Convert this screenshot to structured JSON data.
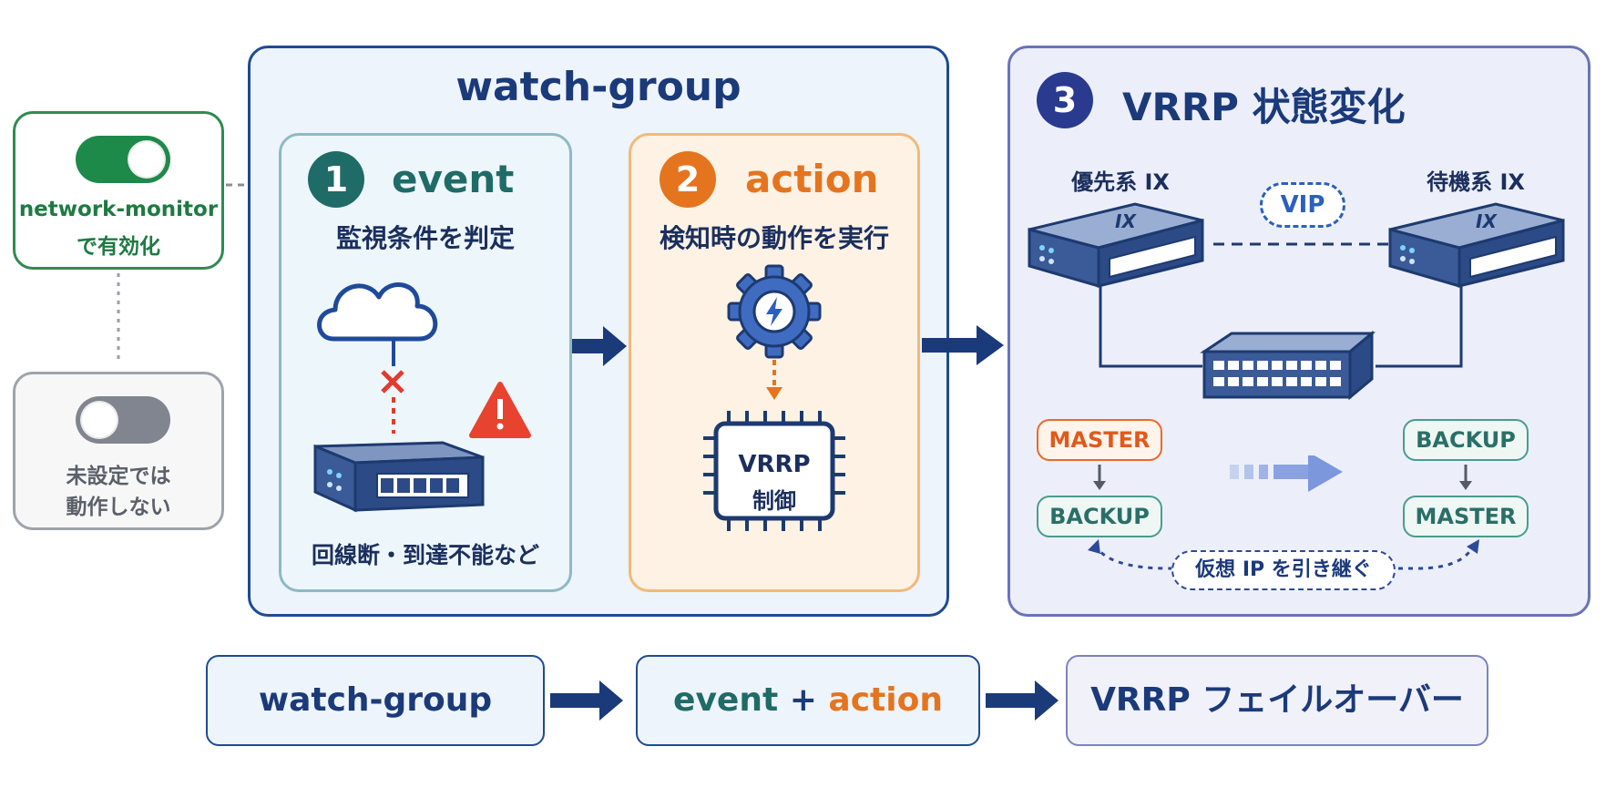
{
  "left": {
    "enabled_card": {
      "line1": "network-monitor",
      "line2": "で有効化",
      "toggle_state": "on",
      "accent": "#1e8a4a"
    },
    "disabled_card": {
      "line1": "未設定では",
      "line2": "動作しない",
      "toggle_state": "off"
    }
  },
  "watch_group": {
    "title": "watch-group",
    "event": {
      "number": "1",
      "title": "event",
      "subtitle": "監視条件を判定",
      "caption": "回線断・到達不能など"
    },
    "action": {
      "number": "2",
      "title": "action",
      "subtitle": "検知時の動作を実行",
      "chip_line1": "VRRP",
      "chip_line2": "制御"
    }
  },
  "vrrp": {
    "number": "3",
    "title": "VRRP 状態変化",
    "primary_label": "優先系 IX",
    "standby_label": "待機系 IX",
    "vip_label": "VIP",
    "device_logo": "IX",
    "left_before": "MASTER",
    "left_after": "BACKUP",
    "right_before": "BACKUP",
    "right_after": "MASTER",
    "handover_label": "仮想 IP を引き継ぐ"
  },
  "flow": {
    "step1": "watch-group",
    "step2_event": "event",
    "step2_plus": " + ",
    "step2_action": "action",
    "step3": "VRRP フェイルオーバー"
  },
  "colors": {
    "navy": "#1b3a7a",
    "teal": "#1f6b67",
    "orange": "#e5741f",
    "green": "#1e8a4a",
    "purple": "#6a73b8"
  },
  "icons": [
    "toggle-on-icon",
    "toggle-off-icon",
    "cloud-icon",
    "cross-icon",
    "warning-icon",
    "router-icon",
    "gear-bolt-icon",
    "chip-icon",
    "switch-icon",
    "arrow-right-icon"
  ]
}
